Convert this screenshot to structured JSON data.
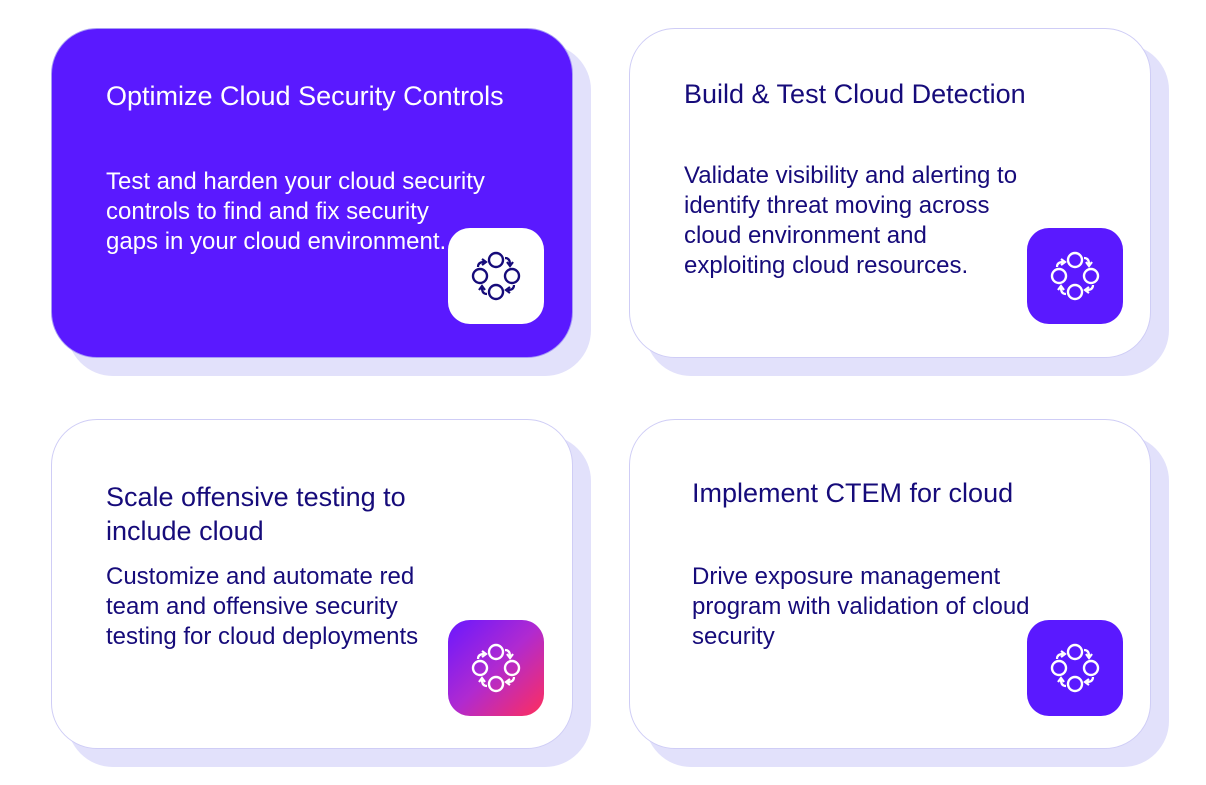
{
  "colors": {
    "accent_purple": "#5a19ff",
    "text_navy": "#160b7a",
    "card_border": "#cfcdf6",
    "card_shadow": "#e2e1fb",
    "gradient_start": "#6a18ff",
    "gradient_end": "#ff2e5c"
  },
  "cards": [
    {
      "title": "Optimize Cloud Security Controls",
      "description": "Test and harden your cloud security controls to find and fix security gaps in your cloud environment.",
      "icon": "cycle-circles-icon",
      "style": "filled"
    },
    {
      "title": "Build & Test Cloud Detection",
      "description": "Validate visibility and alerting to identify threat moving across cloud environment and exploiting cloud resources.",
      "icon": "cycle-circles-icon",
      "style": "outline"
    },
    {
      "title": "Scale offensive testing to include cloud",
      "description": "Customize and automate red team and offensive security testing for cloud deployments",
      "icon": "cycle-circles-icon",
      "style": "outline-gradient-icon"
    },
    {
      "title": "Implement CTEM for cloud",
      "description": "Drive exposure management program with validation of cloud security",
      "icon": "cycle-circles-icon",
      "style": "outline"
    }
  ]
}
